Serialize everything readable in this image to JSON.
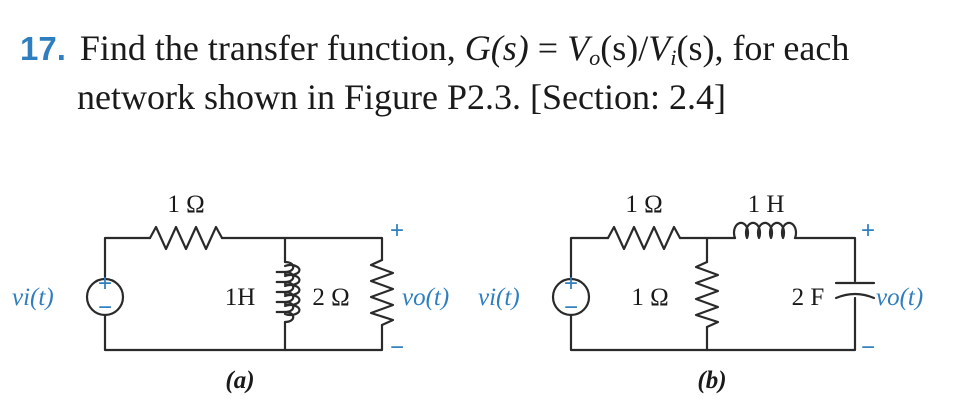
{
  "problem": {
    "number": "17.",
    "line1": "Find the transfer function,",
    "function_lhs": "G(s)",
    "equals": "=",
    "num_symbol": "V",
    "num_sub": "o",
    "num_arg": "(s)/",
    "den_symbol": "V",
    "den_sub": "i",
    "den_arg": "(s), for each",
    "line2": "network shown in Figure P2.3. [Section: 2.4]"
  },
  "circuit_a": {
    "caption": "(a)",
    "resistor_series": "1 Ω",
    "inductor": "1H",
    "resistor_load": "2 Ω",
    "source_label": "vi(t)",
    "output_label": "vo(t)",
    "plus": "+",
    "minus": "−"
  },
  "circuit_b": {
    "caption": "(b)",
    "resistor_series": "1 Ω",
    "inductor": "1 H",
    "resistor_shunt": "1 Ω",
    "capacitor": "2 F",
    "source_label": "vi(t)",
    "output_label": "vo(t)",
    "plus": "+",
    "minus": "−"
  },
  "colors": {
    "accent": "#2f7fc0",
    "ink": "#1a1a1a"
  }
}
